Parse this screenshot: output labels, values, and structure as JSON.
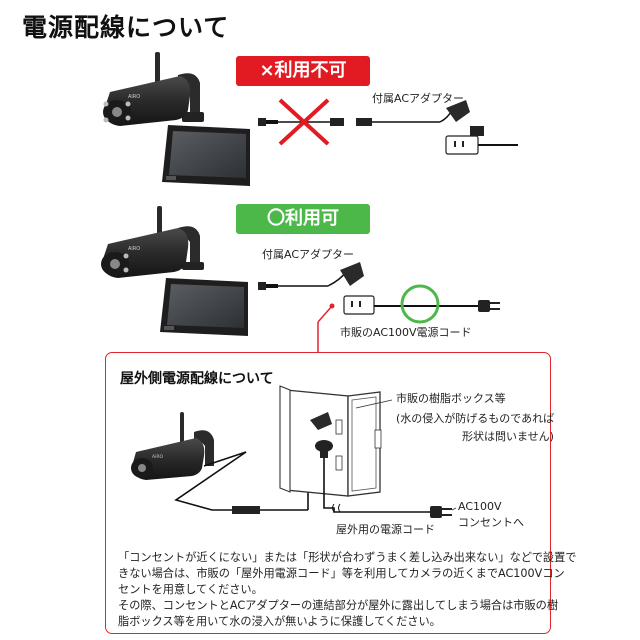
{
  "title": "電源配線について",
  "section_ng": {
    "badge": "×利用不可",
    "adapter_label": "付属ACアダプター"
  },
  "section_ok": {
    "badge": "〇利用可",
    "adapter_label": "付属ACアダプター",
    "cord_label": "市販のAC100V電源コード"
  },
  "camera_logo": "AiRO",
  "outdoor": {
    "title": "屋外側電源配線について",
    "box_label": "市販の樹脂ボックス等",
    "box_note_1": "(水の侵入が防げるものであれば",
    "box_note_2": "形状は問いません)",
    "ac_label_1": "AC100V",
    "ac_label_2": "コンセントへ",
    "cord_label": "屋外用の電源コード",
    "notes": [
      "「コンセントが近くにない」または「形状が合わずうまく差し込み出来ない」などで設置で",
      "きない場合は、市販の「屋外用電源コード」等を利用してカメラの近くまでAC100Vコン",
      "セントを用意してください。",
      "その際、コンセントとACアダプターの連結部分が屋外に露出してしまう場合は市販の樹",
      "脂ボックス等を用いて水の浸入が無いように保護してください。"
    ]
  },
  "colors": {
    "red": "#e21a22",
    "green": "#4cb84a",
    "panel_border": "#e0262c",
    "device": "#2b2b2b"
  }
}
